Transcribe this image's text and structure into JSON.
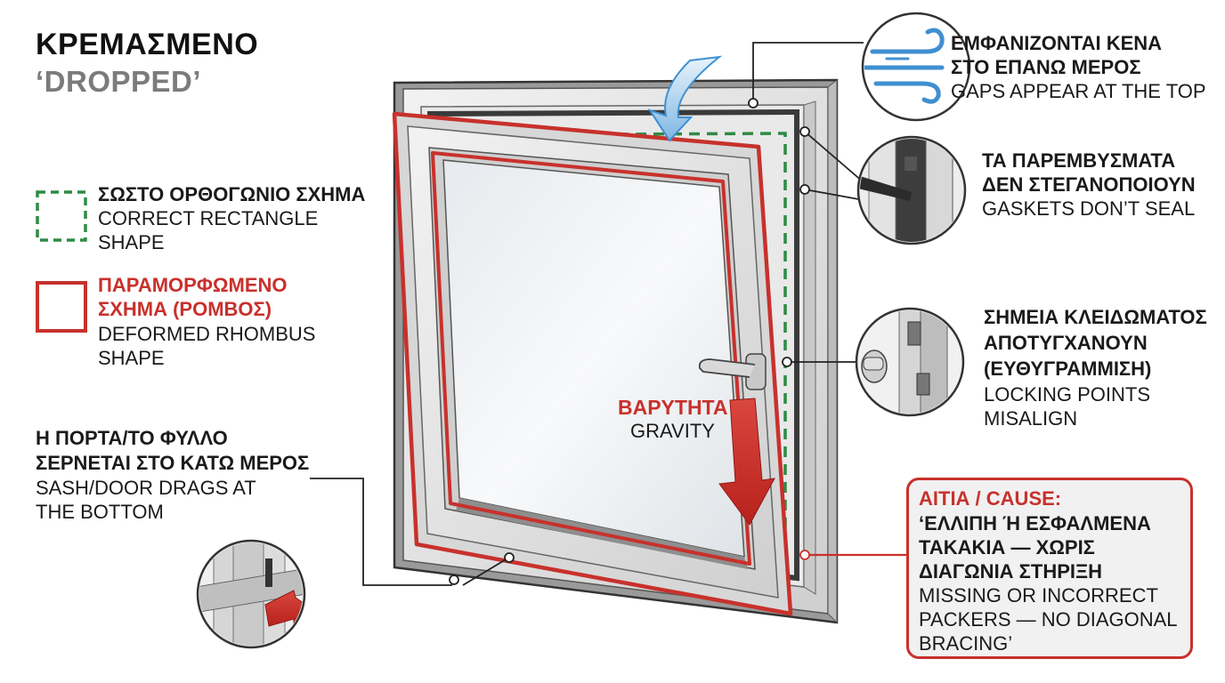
{
  "header": {
    "title_gr": "ΚΡΕΜΑΣΜΕΝΟ",
    "title_en": "‘DROPPED’"
  },
  "legend": {
    "correct": {
      "gr": "ΣΩΣΤΟ ΟΡΘΟΓΩΝΙΟ ΣΧΗΜΑ",
      "en1": "CORRECT RECTANGLE",
      "en2": "SHAPE"
    },
    "deformed": {
      "gr1": "ΠΑΡΑΜΟΡΦΩΜΕΝΟ",
      "gr2": "ΣΧΗΜΑ (ΡΟΜΒΟΣ)",
      "en1": "DEFORMED RHOMBUS",
      "en2": "SHAPE"
    }
  },
  "annotations": {
    "gaps": {
      "gr1": "ΕΜΦΑΝΙΖΟΝΤΑΙ ΚΕΝΑ",
      "gr2": "ΣΤΟ ΕΠΑΝΩ ΜΕΡΟΣ",
      "en": "GAPS APPEAR AT THE TOP"
    },
    "gaskets": {
      "gr1": "ΤΑ ΠΑΡΕΜΒΥΣΜΑΤΑ",
      "gr2": "ΔΕΝ ΣΤΕΓΑΝΟΠΟΙΟΥΝ",
      "en": "GASKETS DON’T SEAL"
    },
    "locking": {
      "gr1": "ΣΗΜΕΙΑ ΚΛΕΙΔΩΜΑΤΟΣ",
      "gr2": "ΑΠΟΤΥΓΧΑΝΟΥΝ",
      "gr3": "(ΕΥΘΥΓΡΑΜΜΙΣΗ)",
      "en1": "LOCKING POINTS",
      "en2": "MISALIGN"
    },
    "drag": {
      "gr1": "Η ΠΟΡΤΑ/ΤΟ ΦΥΛΛΟ",
      "gr2": "ΣΕΡΝΕΤΑΙ ΣΤΟ ΚΑΤΩ ΜΕΡΟΣ",
      "en1": "SASH/DOOR DRAGS AT",
      "en2": "THE BOTTOM"
    },
    "gravity": {
      "gr": "ΒΑΡΥΤΗΤΑ",
      "en": "GRAVITY"
    }
  },
  "cause": {
    "heading": "ΑΙΤΙΑ / CAUSE:",
    "gr1": "‘ΕΛΛΙΠΗ Ή ΕΣΦΑΛΜΕΝΑ",
    "gr2": "ΤΑΚΑΚΙΑ — ΧΩΡΙΣ",
    "gr3": "ΔΙΑΓΩΝΙΑ ΣΤΗΡΙΞΗ",
    "en1": "MISSING OR INCORRECT",
    "en2": "PACKERS — NO DIAGONAL",
    "en3": "BRACING’"
  },
  "colors": {
    "accent_red": "#c8312c",
    "correct_green": "#2e8b45",
    "grey_text": "#7b7b7b",
    "air_blue": "#3f8fd0"
  }
}
